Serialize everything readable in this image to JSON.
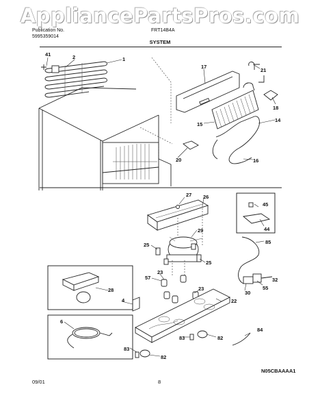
{
  "watermark": "AppliancePartsPros.com",
  "header": {
    "publication_label": "Publication No.",
    "publication_number": "5995359014",
    "model": "FRT14B4A",
    "section_title": "SYSTEM"
  },
  "footer": {
    "date": "09/01",
    "page": "8",
    "code": "N05CBAAAA1"
  },
  "callouts": [
    "41",
    "2",
    "1",
    "17",
    "21",
    "18",
    "15",
    "14",
    "20",
    "16",
    "27",
    "26",
    "45",
    "44",
    "29",
    "25",
    "85",
    "25",
    "57",
    "23",
    "32",
    "55",
    "30",
    "28",
    "23",
    "4",
    "22",
    "6",
    "84",
    "83",
    "82",
    "83",
    "82"
  ]
}
